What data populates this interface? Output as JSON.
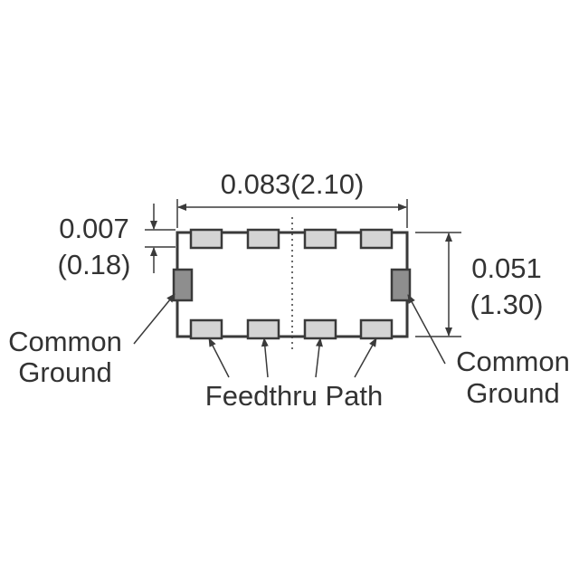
{
  "dimensions": {
    "width_label": "0.083(2.10)",
    "gap_inch": "0.007",
    "gap_mm": "(0.18)",
    "height_inch": "0.051",
    "height_mm": "(1.30)"
  },
  "labels": {
    "left_ground_line1": "Common",
    "left_ground_line2": "Ground",
    "right_ground_line1": "Common",
    "right_ground_line2": "Ground",
    "feedthru": "Feedthru Path"
  },
  "colors": {
    "outline": "#3a3a3a",
    "pad_fill": "#d4d4d4",
    "ground_pad_fill": "#8e8e8e",
    "text": "#333333"
  }
}
